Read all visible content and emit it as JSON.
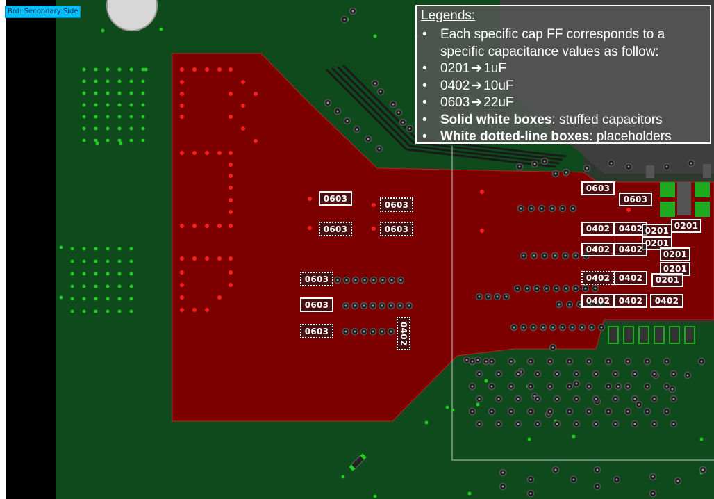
{
  "layer_label": "Brd: Secondary Side",
  "legend": {
    "title": "Legends:",
    "items": [
      {
        "text": "Each specific cap FF corresponds to a specific capacitance values as follow:"
      },
      {
        "ff": "0201",
        "value": "1uF"
      },
      {
        "ff": "0402",
        "value": "10uF"
      },
      {
        "ff": "0603",
        "value": "22uF"
      },
      {
        "bold": "Solid white boxes",
        "text": ": stuffed capacitors"
      },
      {
        "bold": "White dotted-line boxes",
        "text": ": placeholders"
      }
    ]
  },
  "capacitors": [
    {
      "label": "0603",
      "style": "solid"
    },
    {
      "label": "0603",
      "style": "dotted"
    },
    {
      "label": "0603",
      "style": "dotted"
    },
    {
      "label": "0603",
      "style": "dotted"
    },
    {
      "label": "0603",
      "style": "dotted"
    },
    {
      "label": "0603",
      "style": "solid"
    },
    {
      "label": "0603",
      "style": "dotted"
    },
    {
      "label": "0402",
      "style": "dotted"
    },
    {
      "label": "0603",
      "style": "solid"
    },
    {
      "label": "0603",
      "style": "solid"
    },
    {
      "label": "0402",
      "style": "solid"
    },
    {
      "label": "0402",
      "style": "solid"
    },
    {
      "label": "0201",
      "style": "solid"
    },
    {
      "label": "0201",
      "style": "solid"
    },
    {
      "label": "0201",
      "style": "solid"
    },
    {
      "label": "0402",
      "style": "solid"
    },
    {
      "label": "0402",
      "style": "solid"
    },
    {
      "label": "0201",
      "style": "solid"
    },
    {
      "label": "0201",
      "style": "solid"
    },
    {
      "label": "0402",
      "style": "dotted"
    },
    {
      "label": "0402",
      "style": "solid"
    },
    {
      "label": "0201",
      "style": "solid"
    },
    {
      "label": "0402",
      "style": "solid"
    },
    {
      "label": "0402",
      "style": "solid"
    },
    {
      "label": "0402",
      "style": "solid"
    }
  ],
  "colors": {
    "board": "#0e4a1b",
    "copper_pour": "#7d0000",
    "via_red": "#ff1e1e",
    "via_green": "#22cc22",
    "outline": "#c8c8c8",
    "legend_bg": "#555555",
    "layer_tag": "#00bfff"
  }
}
